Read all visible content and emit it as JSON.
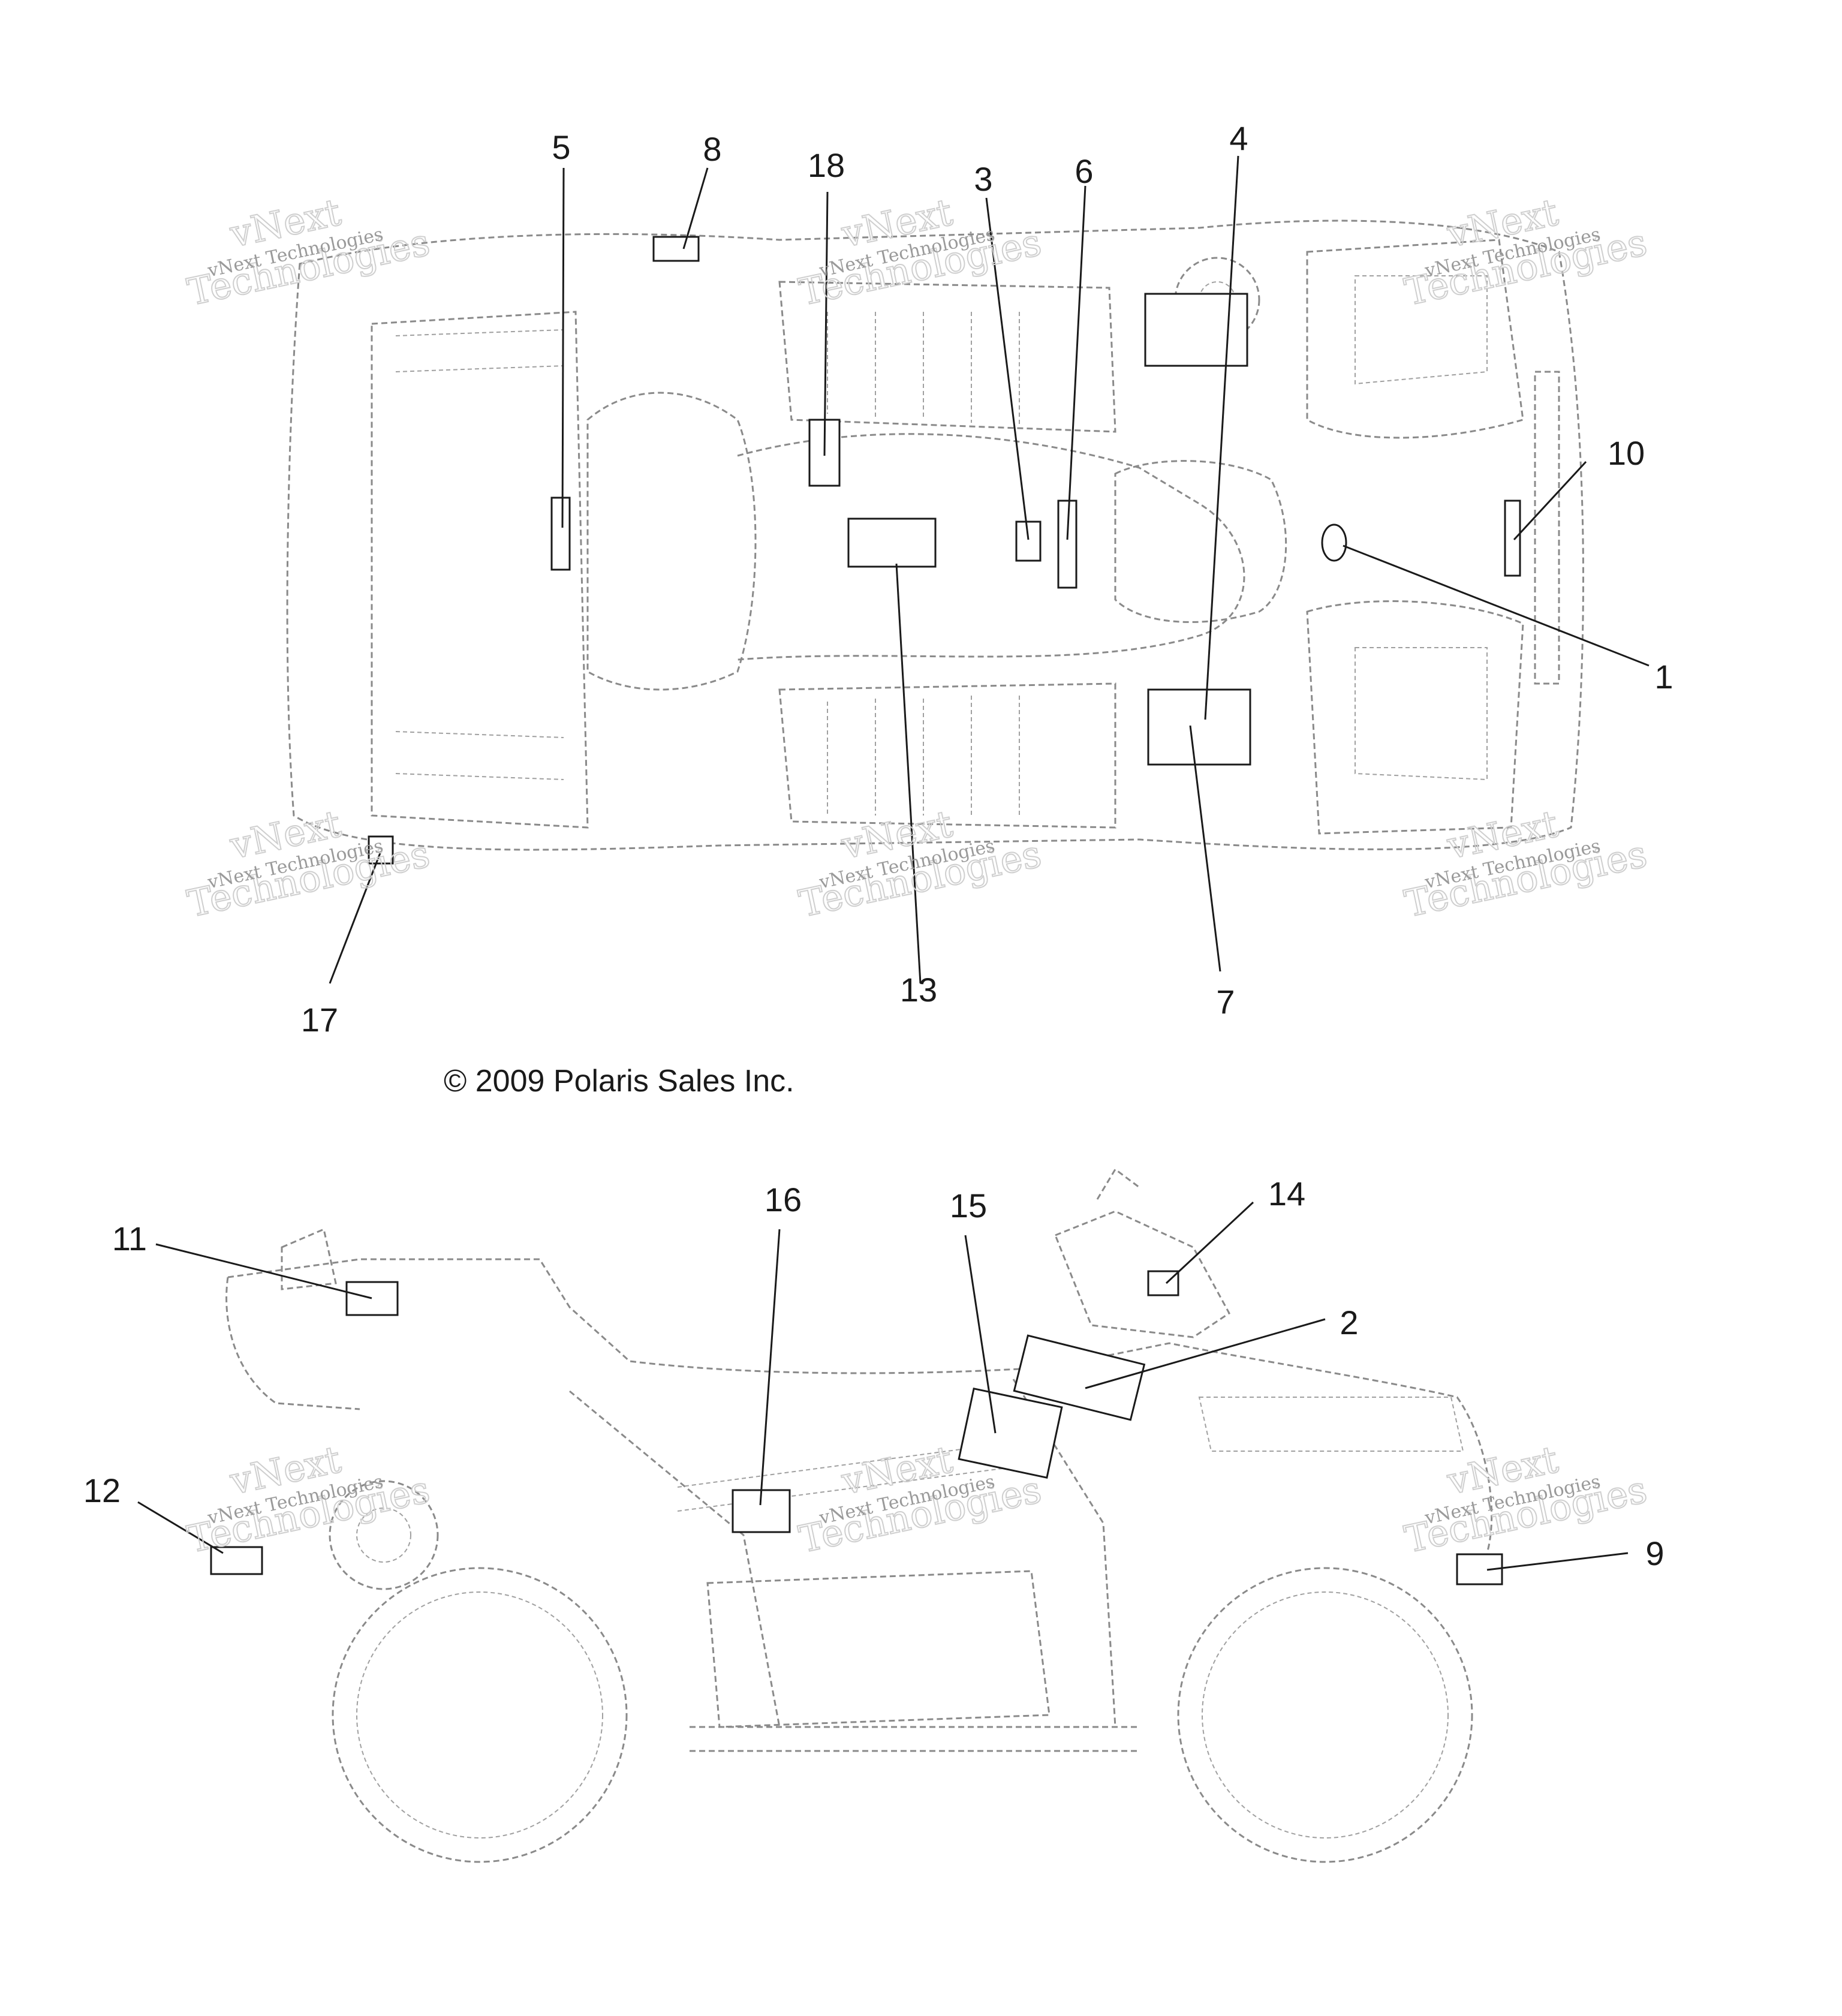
{
  "copyright": "© 2009 Polaris Sales Inc.",
  "watermark": {
    "line1": "vNext Technologies",
    "line2a": "vNext",
    "line2b": "Technologies"
  },
  "callouts": {
    "c1": "1",
    "c2": "2",
    "c3": "3",
    "c4": "4",
    "c5": "5",
    "c6": "6",
    "c7": "7",
    "c8": "8",
    "c9": "9",
    "c10": "10",
    "c11": "11",
    "c12": "12",
    "c13": "13",
    "c14": "14",
    "c15": "15",
    "c16": "16",
    "c17": "17",
    "c18": "18"
  }
}
